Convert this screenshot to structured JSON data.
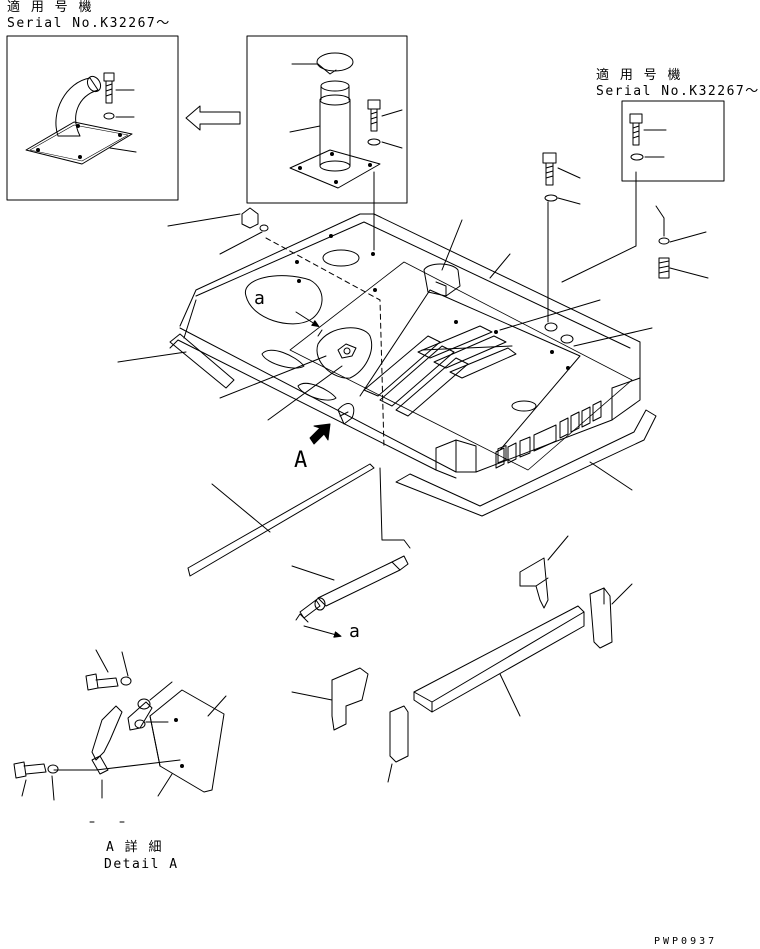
{
  "serial_note_left": {
    "applicable": "適 用 号 機",
    "serial": "Serial No.K32267～"
  },
  "serial_note_right": {
    "applicable": "適 用 号 機",
    "serial": "Serial No.K32267～"
  },
  "view_marker": "A",
  "detail_marker_label": "a",
  "arrow_label": "a",
  "balloon_label": "a",
  "detail_title": {
    "japanese": "A 詳 細",
    "english": "Detail A"
  },
  "drawing_code": "PWP0937"
}
